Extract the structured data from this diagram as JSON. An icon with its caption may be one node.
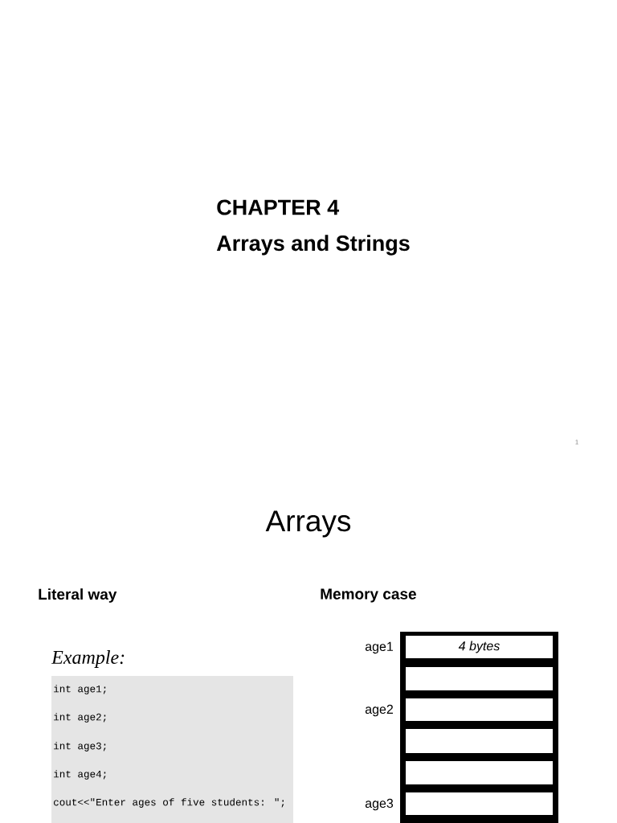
{
  "diagram": {
    "nodes": [
      {
        "text": [
          "4 bytes"
        ]
      },
      {
        "text": [],
        "shape": "box"
      },
      {
        "text": [],
        "shape": "box"
      },
      {
        "text": [],
        "shape": "box"
      },
      {
        "text": [],
        "shape": "box"
      },
      {
        "text": [],
        "shape": "box"
      }
    ],
    "labels": [
      "CHAPTER 4",
      "Arrays and Strings",
      "1",
      "Arrays",
      "Literal way",
      "Memory case",
      "Example:",
      "int age1;",
      "int age2;",
      "int age3;",
      "int age4;",
      "cout<<\"Enter ages of five students: \";",
      "age1",
      "age2",
      "age3"
    ]
  }
}
